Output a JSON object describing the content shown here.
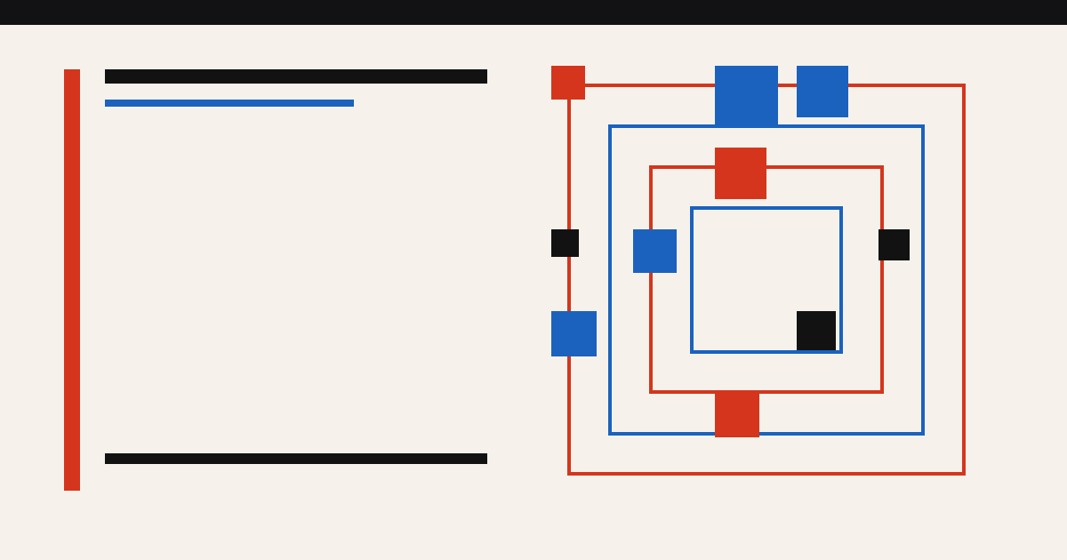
{
  "colors": {
    "background": "#f6f2eb",
    "top_bar": "#121215",
    "red": "#d5351c",
    "blue": "#1a62be",
    "black": "#121212"
  },
  "artwork": {
    "frames": [
      {
        "name": "outer-red-frame",
        "color": "red"
      },
      {
        "name": "blue-frame",
        "color": "blue"
      },
      {
        "name": "inner-red-frame",
        "color": "red"
      },
      {
        "name": "innermost-blue-frame",
        "color": "blue"
      }
    ],
    "blocks": [
      {
        "name": "red-block-top-left",
        "color": "red"
      },
      {
        "name": "blue-block-top-large",
        "color": "blue"
      },
      {
        "name": "blue-block-top-right",
        "color": "blue"
      },
      {
        "name": "red-block-top-center",
        "color": "red"
      },
      {
        "name": "black-block-left",
        "color": "black"
      },
      {
        "name": "blue-block-middle-left",
        "color": "blue"
      },
      {
        "name": "black-block-right",
        "color": "black"
      },
      {
        "name": "blue-block-lower-left",
        "color": "blue"
      },
      {
        "name": "black-block-inner",
        "color": "black"
      },
      {
        "name": "red-block-bottom",
        "color": "red"
      }
    ]
  }
}
